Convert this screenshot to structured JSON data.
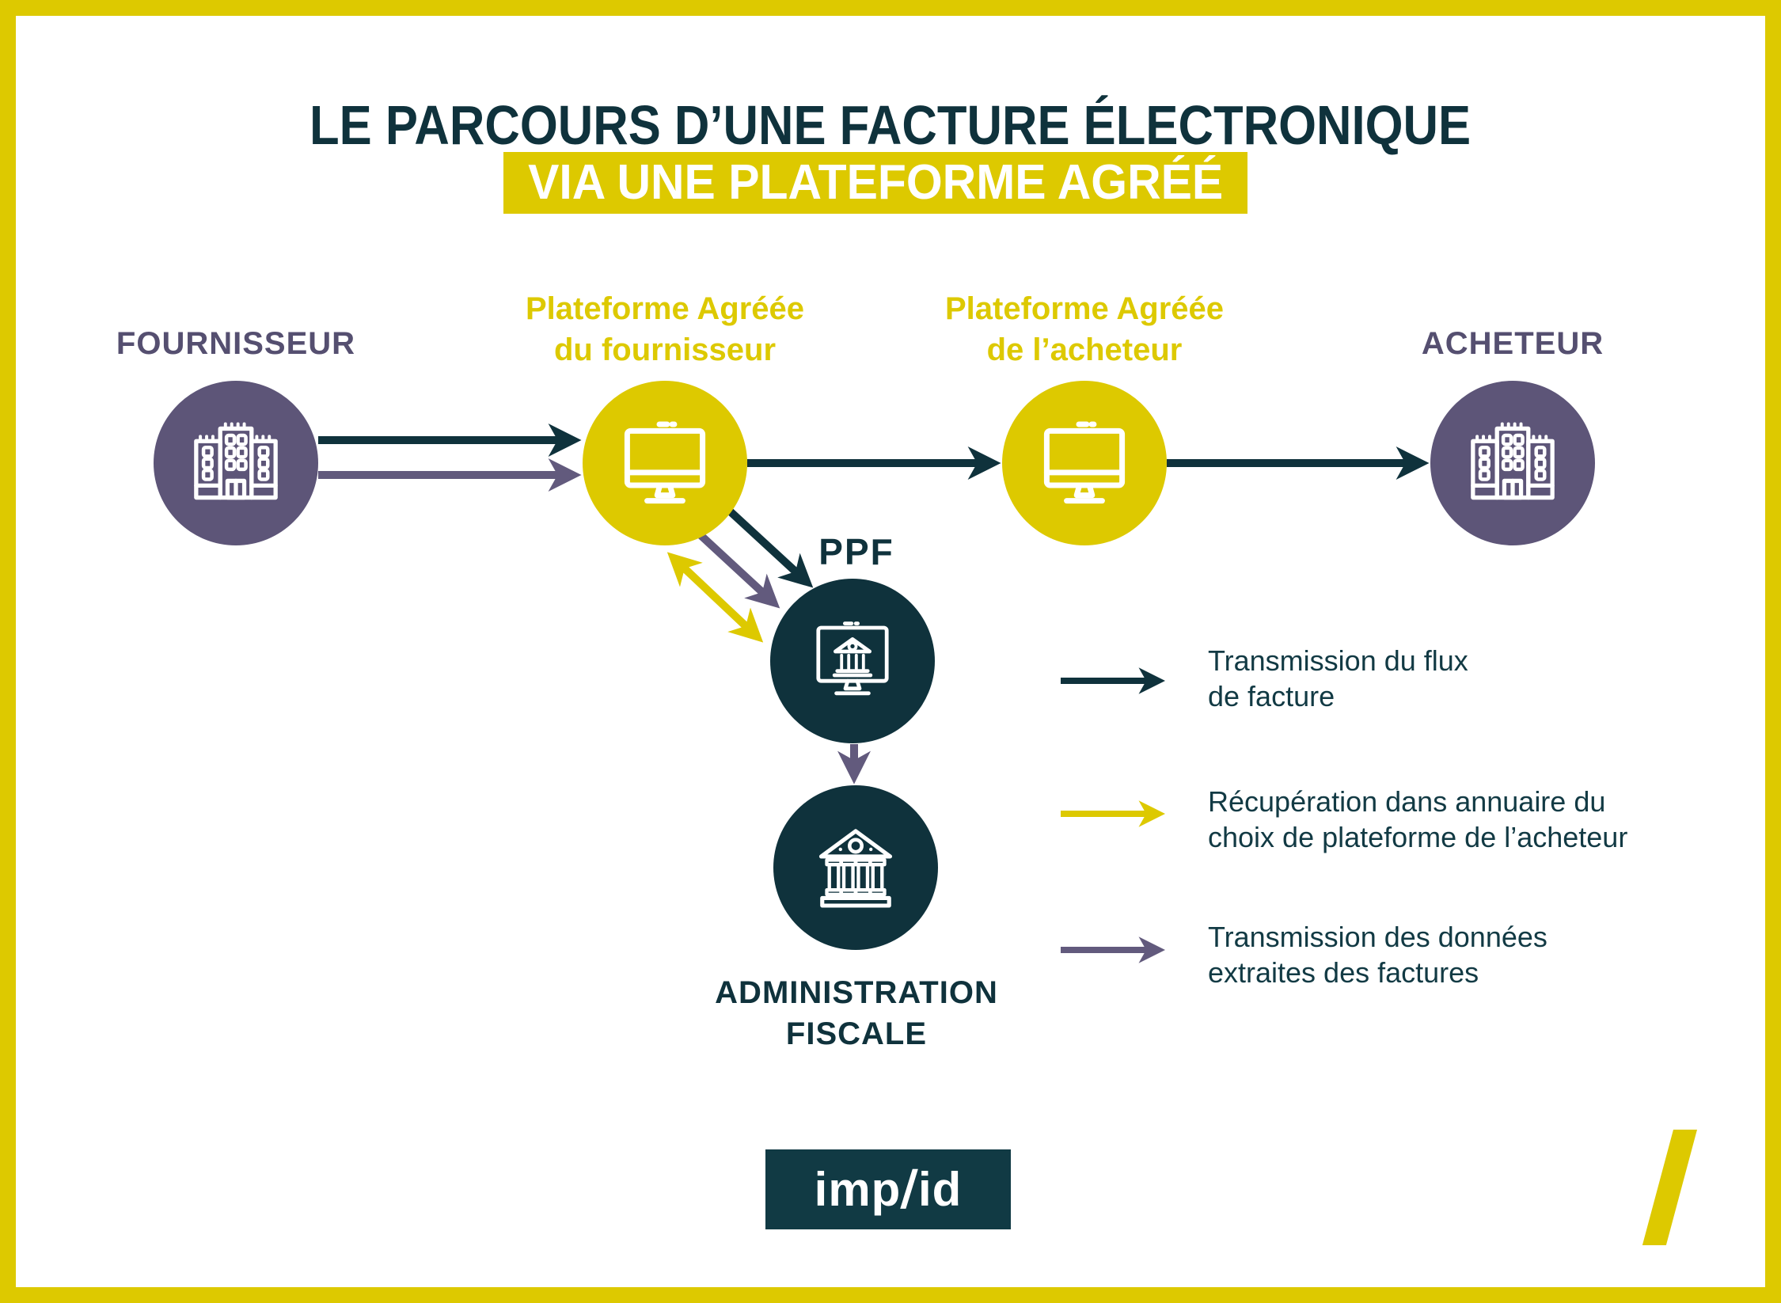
{
  "title": {
    "line1": "LE PARCOURS D’UNE FACTURE ÉLECTRONIQUE",
    "line2": "VIA UNE PLATEFORME AGRÉÉ"
  },
  "nodes": {
    "fournisseur": {
      "label": "FOURNISSEUR",
      "icon": "building-icon"
    },
    "plateforme_fournisseur": {
      "line1": "Plateforme Agréée",
      "line2": "du fournisseur",
      "icon": "computer-icon"
    },
    "plateforme_acheteur": {
      "line1": "Plateforme Agréée",
      "line2": "de l’acheteur",
      "icon": "computer-icon"
    },
    "acheteur": {
      "label": "ACHETEUR",
      "icon": "building-icon"
    },
    "ppf": {
      "label": "PPF",
      "icon": "computer-bank-icon"
    },
    "administration_fiscale": {
      "line1": "ADMINISTRATION",
      "line2": "FISCALE",
      "icon": "bank-icon"
    }
  },
  "legend": {
    "items": [
      {
        "color": "#0f323c",
        "line1": "Transmission du flux",
        "line2": "de facture"
      },
      {
        "color": "#ddc900",
        "line1": "Récupération dans annuaire du",
        "line2": "choix de plateforme de l’acheteur"
      },
      {
        "color": "#625a7d",
        "line1": "Transmission des données",
        "line2": "extraites des factures"
      }
    ]
  },
  "logo": {
    "part1": "imp",
    "slash": "/",
    "part2": "id"
  },
  "colors": {
    "navy": "#0f323c",
    "purple": "#5d5578",
    "purple_arrow": "#625a7d",
    "yellow": "#ddc900",
    "background": "#ffffff"
  }
}
